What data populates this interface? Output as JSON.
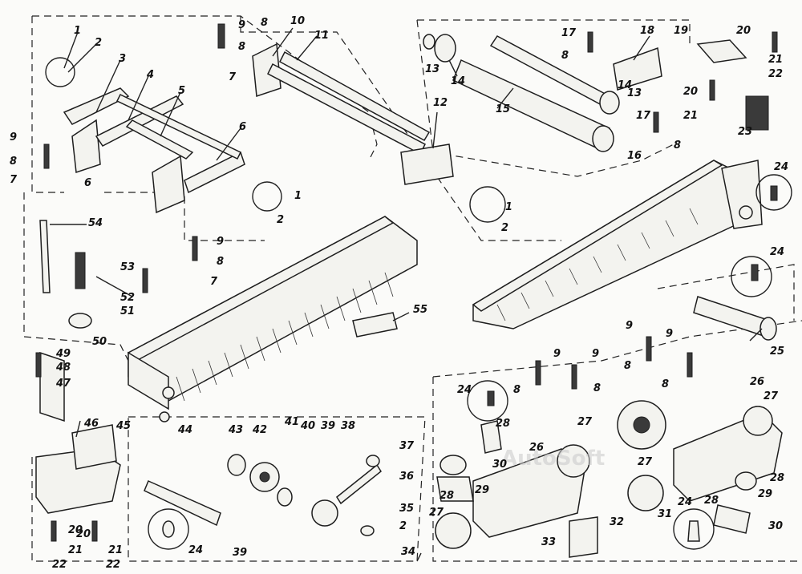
{
  "diagram": {
    "watermark": "AutoSoft",
    "callouts": [
      {
        "id": "c1a",
        "text": "1"
      },
      {
        "id": "c2a",
        "text": "2"
      },
      {
        "id": "c3",
        "text": "3"
      },
      {
        "id": "c4",
        "text": "4"
      },
      {
        "id": "c5",
        "text": "5"
      },
      {
        "id": "c6a",
        "text": "6"
      },
      {
        "id": "c6b",
        "text": "6"
      },
      {
        "id": "c9a",
        "text": "9"
      },
      {
        "id": "c8a",
        "text": "8"
      },
      {
        "id": "c7a",
        "text": "7"
      },
      {
        "id": "c9b",
        "text": "9"
      },
      {
        "id": "c8b",
        "text": "8"
      },
      {
        "id": "c7b",
        "text": "7"
      },
      {
        "id": "c8c",
        "text": "8"
      },
      {
        "id": "c10",
        "text": "10"
      },
      {
        "id": "c11",
        "text": "11"
      },
      {
        "id": "c12",
        "text": "12"
      },
      {
        "id": "c1b",
        "text": "1"
      },
      {
        "id": "c2b",
        "text": "2"
      },
      {
        "id": "c13",
        "text": "13"
      },
      {
        "id": "c14a",
        "text": "14"
      },
      {
        "id": "c15",
        "text": "15"
      },
      {
        "id": "c16",
        "text": "16"
      },
      {
        "id": "c1c",
        "text": "1"
      },
      {
        "id": "c2c",
        "text": "2"
      },
      {
        "id": "c17a",
        "text": "17"
      },
      {
        "id": "c8d",
        "text": "8"
      },
      {
        "id": "c18",
        "text": "18"
      },
      {
        "id": "c14b",
        "text": "14"
      },
      {
        "id": "c13b",
        "text": "13"
      },
      {
        "id": "c17b",
        "text": "17"
      },
      {
        "id": "c8e",
        "text": "8"
      },
      {
        "id": "c19",
        "text": "19"
      },
      {
        "id": "c20a",
        "text": "20"
      },
      {
        "id": "c21a",
        "text": "21"
      },
      {
        "id": "c22a",
        "text": "22"
      },
      {
        "id": "c20b",
        "text": "20"
      },
      {
        "id": "c21b",
        "text": "21"
      },
      {
        "id": "c23",
        "text": "23"
      },
      {
        "id": "c24a",
        "text": "24"
      },
      {
        "id": "c54",
        "text": "54"
      },
      {
        "id": "c53",
        "text": "53"
      },
      {
        "id": "c52",
        "text": "52"
      },
      {
        "id": "c51",
        "text": "51"
      },
      {
        "id": "c50",
        "text": "50"
      },
      {
        "id": "c9c",
        "text": "9"
      },
      {
        "id": "c8f",
        "text": "8"
      },
      {
        "id": "c7c",
        "text": "7"
      },
      {
        "id": "c55",
        "text": "55"
      },
      {
        "id": "c24b",
        "text": "24"
      },
      {
        "id": "c25",
        "text": "25"
      },
      {
        "id": "c49",
        "text": "49"
      },
      {
        "id": "c48",
        "text": "48"
      },
      {
        "id": "c47",
        "text": "47"
      },
      {
        "id": "c46",
        "text": "46"
      },
      {
        "id": "c45",
        "text": "45"
      },
      {
        "id": "c44",
        "text": "44"
      },
      {
        "id": "c43",
        "text": "43"
      },
      {
        "id": "c42",
        "text": "42"
      },
      {
        "id": "c41",
        "text": "41"
      },
      {
        "id": "c40",
        "text": "40"
      },
      {
        "id": "c39a",
        "text": "39"
      },
      {
        "id": "c38",
        "text": "38"
      },
      {
        "id": "c37",
        "text": "37"
      },
      {
        "id": "c36",
        "text": "36"
      },
      {
        "id": "c35",
        "text": "35"
      },
      {
        "id": "c2d",
        "text": "2"
      },
      {
        "id": "c34",
        "text": "34"
      },
      {
        "id": "c39b",
        "text": "39"
      },
      {
        "id": "c24c",
        "text": "24"
      },
      {
        "id": "c20c",
        "text": "20"
      },
      {
        "id": "c21c",
        "text": "21"
      },
      {
        "id": "c22b",
        "text": "22"
      },
      {
        "id": "c20d",
        "text": "20"
      },
      {
        "id": "c21d",
        "text": "21"
      },
      {
        "id": "c22c",
        "text": "22"
      },
      {
        "id": "c9d",
        "text": "9"
      },
      {
        "id": "c9e",
        "text": "9"
      },
      {
        "id": "c8g",
        "text": "8"
      },
      {
        "id": "c8h",
        "text": "8"
      },
      {
        "id": "c9f",
        "text": "9"
      },
      {
        "id": "c9g",
        "text": "9"
      },
      {
        "id": "c8i",
        "text": "8"
      },
      {
        "id": "c8j",
        "text": "8"
      },
      {
        "id": "c26a",
        "text": "26"
      },
      {
        "id": "c27a",
        "text": "27"
      },
      {
        "id": "c28a",
        "text": "28"
      },
      {
        "id": "c24d",
        "text": "24"
      },
      {
        "id": "c26b",
        "text": "26"
      },
      {
        "id": "c27b",
        "text": "27"
      },
      {
        "id": "c29a",
        "text": "29"
      },
      {
        "id": "c28b",
        "text": "28"
      },
      {
        "id": "c27c",
        "text": "27"
      },
      {
        "id": "c30a",
        "text": "30"
      },
      {
        "id": "c33",
        "text": "33"
      },
      {
        "id": "c32",
        "text": "32"
      },
      {
        "id": "c31",
        "text": "31"
      },
      {
        "id": "c27d",
        "text": "27"
      },
      {
        "id": "c24e",
        "text": "24"
      },
      {
        "id": "c28c",
        "text": "28"
      },
      {
        "id": "c29b",
        "text": "29"
      },
      {
        "id": "c30b",
        "text": "30"
      },
      {
        "id": "c28d",
        "text": "28"
      }
    ]
  }
}
